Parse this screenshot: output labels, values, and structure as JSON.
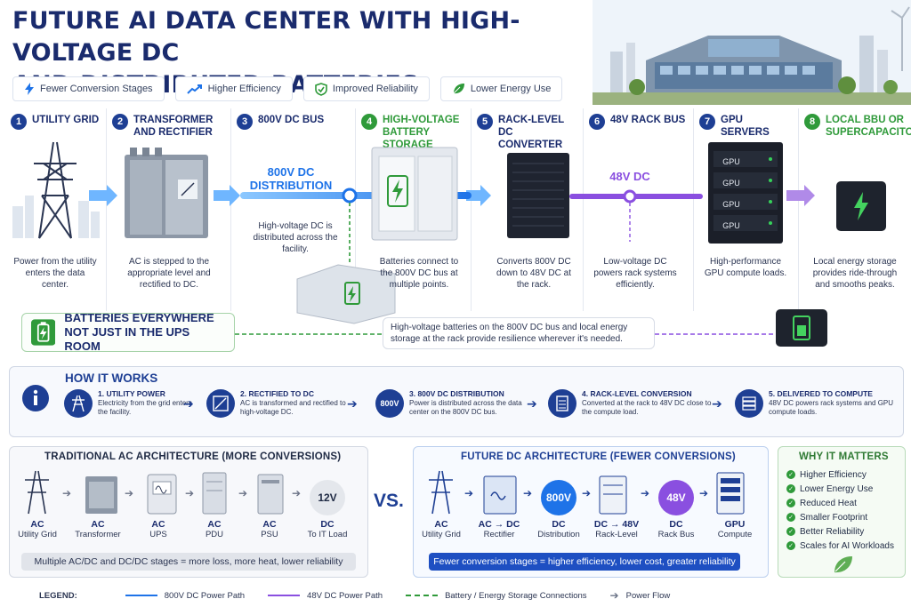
{
  "title": {
    "line1": "FUTURE AI DATA CENTER WITH HIGH-VOLTAGE DC",
    "line2": "AND DISTRIBUTED BATTERIES"
  },
  "benefits": [
    {
      "icon": "lightning-icon",
      "label": "Fewer Conversion Stages"
    },
    {
      "icon": "trend-up-icon",
      "label": "Higher Efficiency"
    },
    {
      "icon": "shield-check-icon",
      "label": "Improved Reliability"
    },
    {
      "icon": "leaf-icon",
      "label": "Lower Energy Use"
    }
  ],
  "steps": [
    {
      "num": "1",
      "title": "UTILITY GRID",
      "desc": "Power from the utility enters the data center."
    },
    {
      "num": "2",
      "title": "TRANSFORMER AND RECTIFIER",
      "desc": "AC is stepped to the appropriate level and rectified to DC."
    },
    {
      "num": "3",
      "title": "800V DC BUS",
      "desc": "High-voltage DC is distributed across the facility."
    },
    {
      "num": "4",
      "title": "HIGH-VOLTAGE BATTERY STORAGE",
      "desc": "Batteries connect to the 800V DC bus at multiple points."
    },
    {
      "num": "5",
      "title": "RACK-LEVEL DC CONVERTER",
      "desc": "Converts 800V DC down to 48V DC at the rack."
    },
    {
      "num": "6",
      "title": "48V RACK BUS",
      "desc": "Low-voltage DC powers rack systems efficiently."
    },
    {
      "num": "7",
      "title": "GPU SERVERS",
      "desc": "High-performance GPU compute loads."
    },
    {
      "num": "8",
      "title": "LOCAL BBU OR SUPERCAPACITOR",
      "desc": "Local energy storage provides ride-through and smooths peaks."
    }
  ],
  "bus": {
    "hv_label": "800V DC DISTRIBUTION",
    "lv_label": "48V DC",
    "gpu_label": "GPU"
  },
  "batteries_everywhere": {
    "line1": "BATTERIES EVERYWHERE",
    "line2": "NOT JUST IN THE UPS ROOM",
    "note": "High-voltage batteries on the 800V DC bus and local energy storage at the rack provide resilience wherever it's needed."
  },
  "how_it_works": {
    "title": "HOW IT WORKS",
    "steps": [
      {
        "title": "1. UTILITY POWER",
        "desc": "Electricity from the grid enters the facility."
      },
      {
        "title": "2. RECTIFIED TO DC",
        "desc": "AC is transformed and rectified to high-voltage DC."
      },
      {
        "title": "3. 800V DC DISTRIBUTION",
        "desc": "Power is distributed across the data center on the 800V DC bus.",
        "badge": "800V"
      },
      {
        "title": "4. RACK-LEVEL CONVERSION",
        "desc": "Converted at the rack to 48V DC close to the compute load."
      },
      {
        "title": "5. DELIVERED TO COMPUTE",
        "desc": "48V DC powers rack systems and GPU compute loads."
      }
    ]
  },
  "traditional": {
    "title": "TRADITIONAL AC ARCHITECTURE (MORE CONVERSIONS)",
    "items": [
      {
        "kind": "AC",
        "name": "Utility Grid"
      },
      {
        "kind": "AC",
        "name": "Transformer"
      },
      {
        "kind": "AC",
        "name": "UPS"
      },
      {
        "kind": "AC",
        "name": "PDU"
      },
      {
        "kind": "AC",
        "name": "PSU"
      },
      {
        "kind": "DC",
        "name": "To IT Load",
        "badge": "12V"
      }
    ],
    "note": "Multiple AC/DC and DC/DC stages = more loss, more heat, lower reliability"
  },
  "vs": "VS.",
  "future": {
    "title": "FUTURE DC ARCHITECTURE (FEWER CONVERSIONS)",
    "items": [
      {
        "kind": "AC",
        "name": "Utility Grid"
      },
      {
        "kind": "AC → DC",
        "name": "Rectifier"
      },
      {
        "kind": "DC",
        "name": "Distribution",
        "badge": "800V"
      },
      {
        "kind": "DC → 48V",
        "name": "Rack-Level"
      },
      {
        "kind": "DC",
        "name": "Rack Bus",
        "badge": "48V"
      },
      {
        "kind": "GPU",
        "name": "Compute"
      }
    ],
    "note": "Fewer conversion stages = higher efficiency, lower cost, greater reliability"
  },
  "why": {
    "title": "WHY IT MATTERS",
    "items": [
      "Higher Efficiency",
      "Lower Energy Use",
      "Reduced Heat",
      "Smaller Footprint",
      "Better Reliability",
      "Scales for AI Workloads"
    ]
  },
  "legend": {
    "label": "LEGEND:",
    "items": [
      {
        "style": "solid",
        "color": "#1e73e8",
        "label": "800V DC Power Path"
      },
      {
        "style": "solid",
        "color": "#8a4fe0",
        "label": "48V DC Power Path"
      },
      {
        "style": "dashed",
        "color": "#2f9a3a",
        "label": "Battery / Energy Storage Connections"
      },
      {
        "style": "arrow",
        "color": "#6b7387",
        "label": "Power Flow"
      }
    ]
  },
  "colors": {
    "navy": "#1a2b6d",
    "blue": "#1e73e8",
    "purple": "#8a4fe0",
    "green": "#2f9a3a"
  }
}
